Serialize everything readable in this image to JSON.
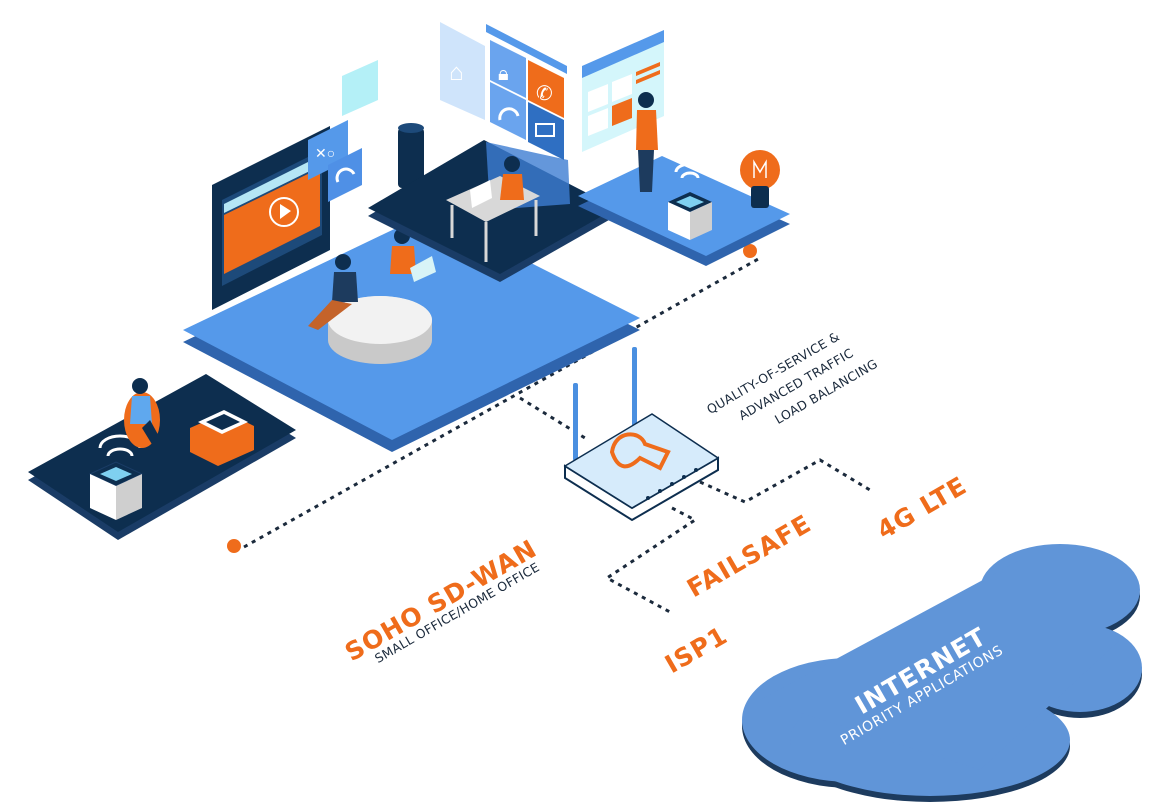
{
  "diagram": {
    "title": "SOHO SD-WAN",
    "subtitle": "SMALL OFFICE/HOME OFFICE",
    "features": [
      "QUALITY-OF-SERVICE &",
      "ADVANCED TRAFFIC",
      "LOAD BALANCING"
    ],
    "links": {
      "primary": "ISP1",
      "failover": "FAILSAFE",
      "cellular": "4G LTE"
    },
    "cloud": {
      "title": "INTERNET",
      "subtitle": "PRIORITY APPLICATIONS"
    },
    "icons": [
      "smart-home-icon",
      "lock-icon",
      "phone-icon",
      "headset-icon",
      "video-conference-icon",
      "gamepad-icon",
      "play-icon",
      "wifi-icon",
      "lightbulb-icon",
      "router-icon"
    ]
  },
  "colors": {
    "accent_orange": "#ef6c1b",
    "platform_blue": "#5599ea",
    "platform_navy": "#0d2e4f",
    "cloud_blue": "#6095d8",
    "text_navy": "#1b2a3c",
    "router_body": "#d6ebfb"
  }
}
